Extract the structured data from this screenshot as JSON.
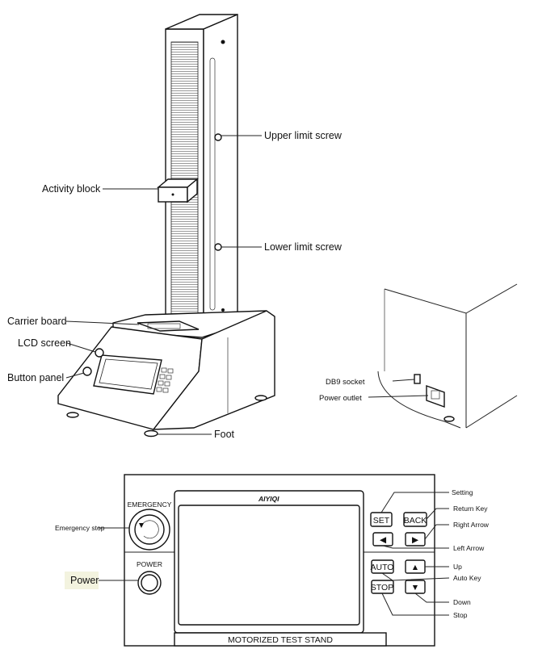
{
  "stand_labels": {
    "upper_limit_screw": "Upper limit screw",
    "activity_block": "Activity block",
    "lower_limit_screw": "Lower limit screw",
    "carrier_board": "Carrier board",
    "lcd_screen": "LCD screen",
    "button_panel": "Button panel",
    "foot": "Foot"
  },
  "rear_labels": {
    "db9_socket": "DB9 socket",
    "power_outlet": "Power outlet"
  },
  "panel": {
    "brand": "AIYIQI",
    "emergency": "EMERGENCY",
    "power": "POWER",
    "title": "MOTORIZED TEST STAND",
    "keys": {
      "set": "SET",
      "back": "BACK",
      "left": "◀",
      "right": "▶",
      "auto": "AUTO",
      "up": "▲",
      "stop": "STOP",
      "down": "▼"
    }
  },
  "panel_labels": {
    "emergency_stop": "Emergency stop",
    "power": "Power",
    "setting": "Setting",
    "return_key": "Return Key",
    "right_arrow": "Right Arrow",
    "left_arrow": "Left Arrow",
    "up": "Up",
    "auto_key": "Auto Key",
    "down": "Down",
    "stop": "Stop"
  },
  "colors": {
    "line": "#222222",
    "power_label_highlight": "#f3f3df"
  }
}
